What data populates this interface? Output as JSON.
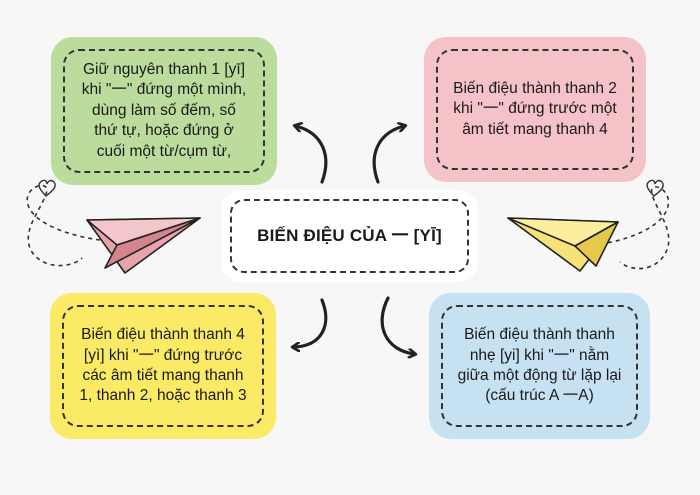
{
  "center": {
    "title": "BIẾN ĐIỆU CỦA 一 [YĪ]"
  },
  "cards": {
    "top_left": "Giữ nguyên thanh 1 [yī] khi \"一\" đứng một mình, dùng làm số đếm, số thứ tự, hoặc đứng ở cuối một từ/cụm từ,",
    "top_right": "Biến điệu thành thanh 2 khi \"一\" đứng trước một âm tiết mang thanh 4",
    "bottom_left": "Biến điệu thành thanh 4 [yì] khi \"一\" đứng trước các âm tiết mang thanh 1, thanh 2, hoặc thanh 3",
    "bottom_right": "Biến điệu thành thanh nhẹ [yi] khi \"一\" nằm giữa một động từ lặp lại (cấu trúc A 一A)"
  },
  "colors": {
    "green": "#bcdc9d",
    "pink": "#f4c2c7",
    "yellow": "#fbea66",
    "blue": "#c6e1f1",
    "plane_pink": "#e8a4ab",
    "plane_yellow": "#f7e27a"
  },
  "icons": [
    "curved-arrow-icon",
    "paper-plane-icon",
    "heart-icon"
  ]
}
